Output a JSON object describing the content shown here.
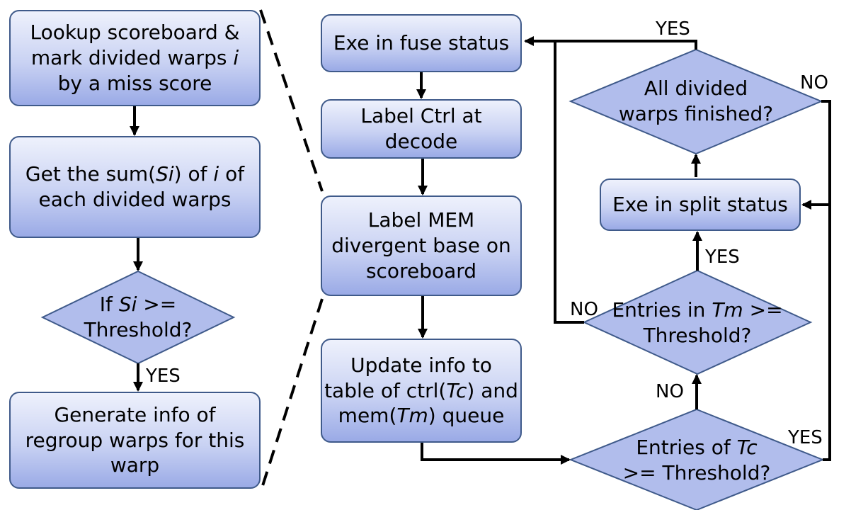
{
  "colors": {
    "box_fill_top": "#eef1fc",
    "box_fill_bottom": "#9aaae6",
    "box_border": "#3f5a8a",
    "connector": "#000000"
  },
  "left": {
    "lookup": {
      "line1": "Lookup scoreboard &",
      "line2_pre": "mark divided warps ",
      "line2_var": "i",
      "line3": "by a miss score"
    },
    "sum": {
      "line1_pre": "Get the sum(",
      "line1_var": "Si",
      "line1_mid": ") of ",
      "line1_var2": "i",
      "line1_post": " of",
      "line2": "each divided warps"
    },
    "decision": {
      "line1_pre": "If ",
      "line1_var": "Si",
      "line1_post": " >=",
      "line2": "Threshold?"
    },
    "yes_label": "YES",
    "generate": {
      "line1": "Generate info of",
      "line2": "regroup warps for this",
      "line3": "warp"
    }
  },
  "middle": {
    "exe_fuse": "Exe in fuse status",
    "label_ctrl": {
      "line1": "Label Ctrl at",
      "line2": "decode"
    },
    "label_mem": {
      "line1": "Label MEM",
      "line2": "divergent base on",
      "line3": "scoreboard"
    },
    "update": {
      "line1": "Update info to",
      "line2_pre": "table of ctrl(",
      "line2_var": "Tc",
      "line2_post": ") and",
      "line3_pre": "mem(",
      "line3_var": "Tm",
      "line3_post": ") queue"
    }
  },
  "right": {
    "all_divided": {
      "line1": "All divided",
      "line2": "warps finished?"
    },
    "exe_split": "Exe in split status",
    "entries_tm": {
      "line1_pre": "Entries in ",
      "line1_var": "Tm",
      "line1_post": " >=",
      "line2": "Threshold?"
    },
    "entries_tc": {
      "line1_pre": "Entries of ",
      "line1_var": "Tc",
      "line2": ">= Threshold?"
    },
    "labels": {
      "yes_top": "YES",
      "no_right": "NO",
      "yes_mid": "YES",
      "no_left": "NO",
      "no_mid": "NO",
      "yes_bottom": "YES"
    }
  }
}
